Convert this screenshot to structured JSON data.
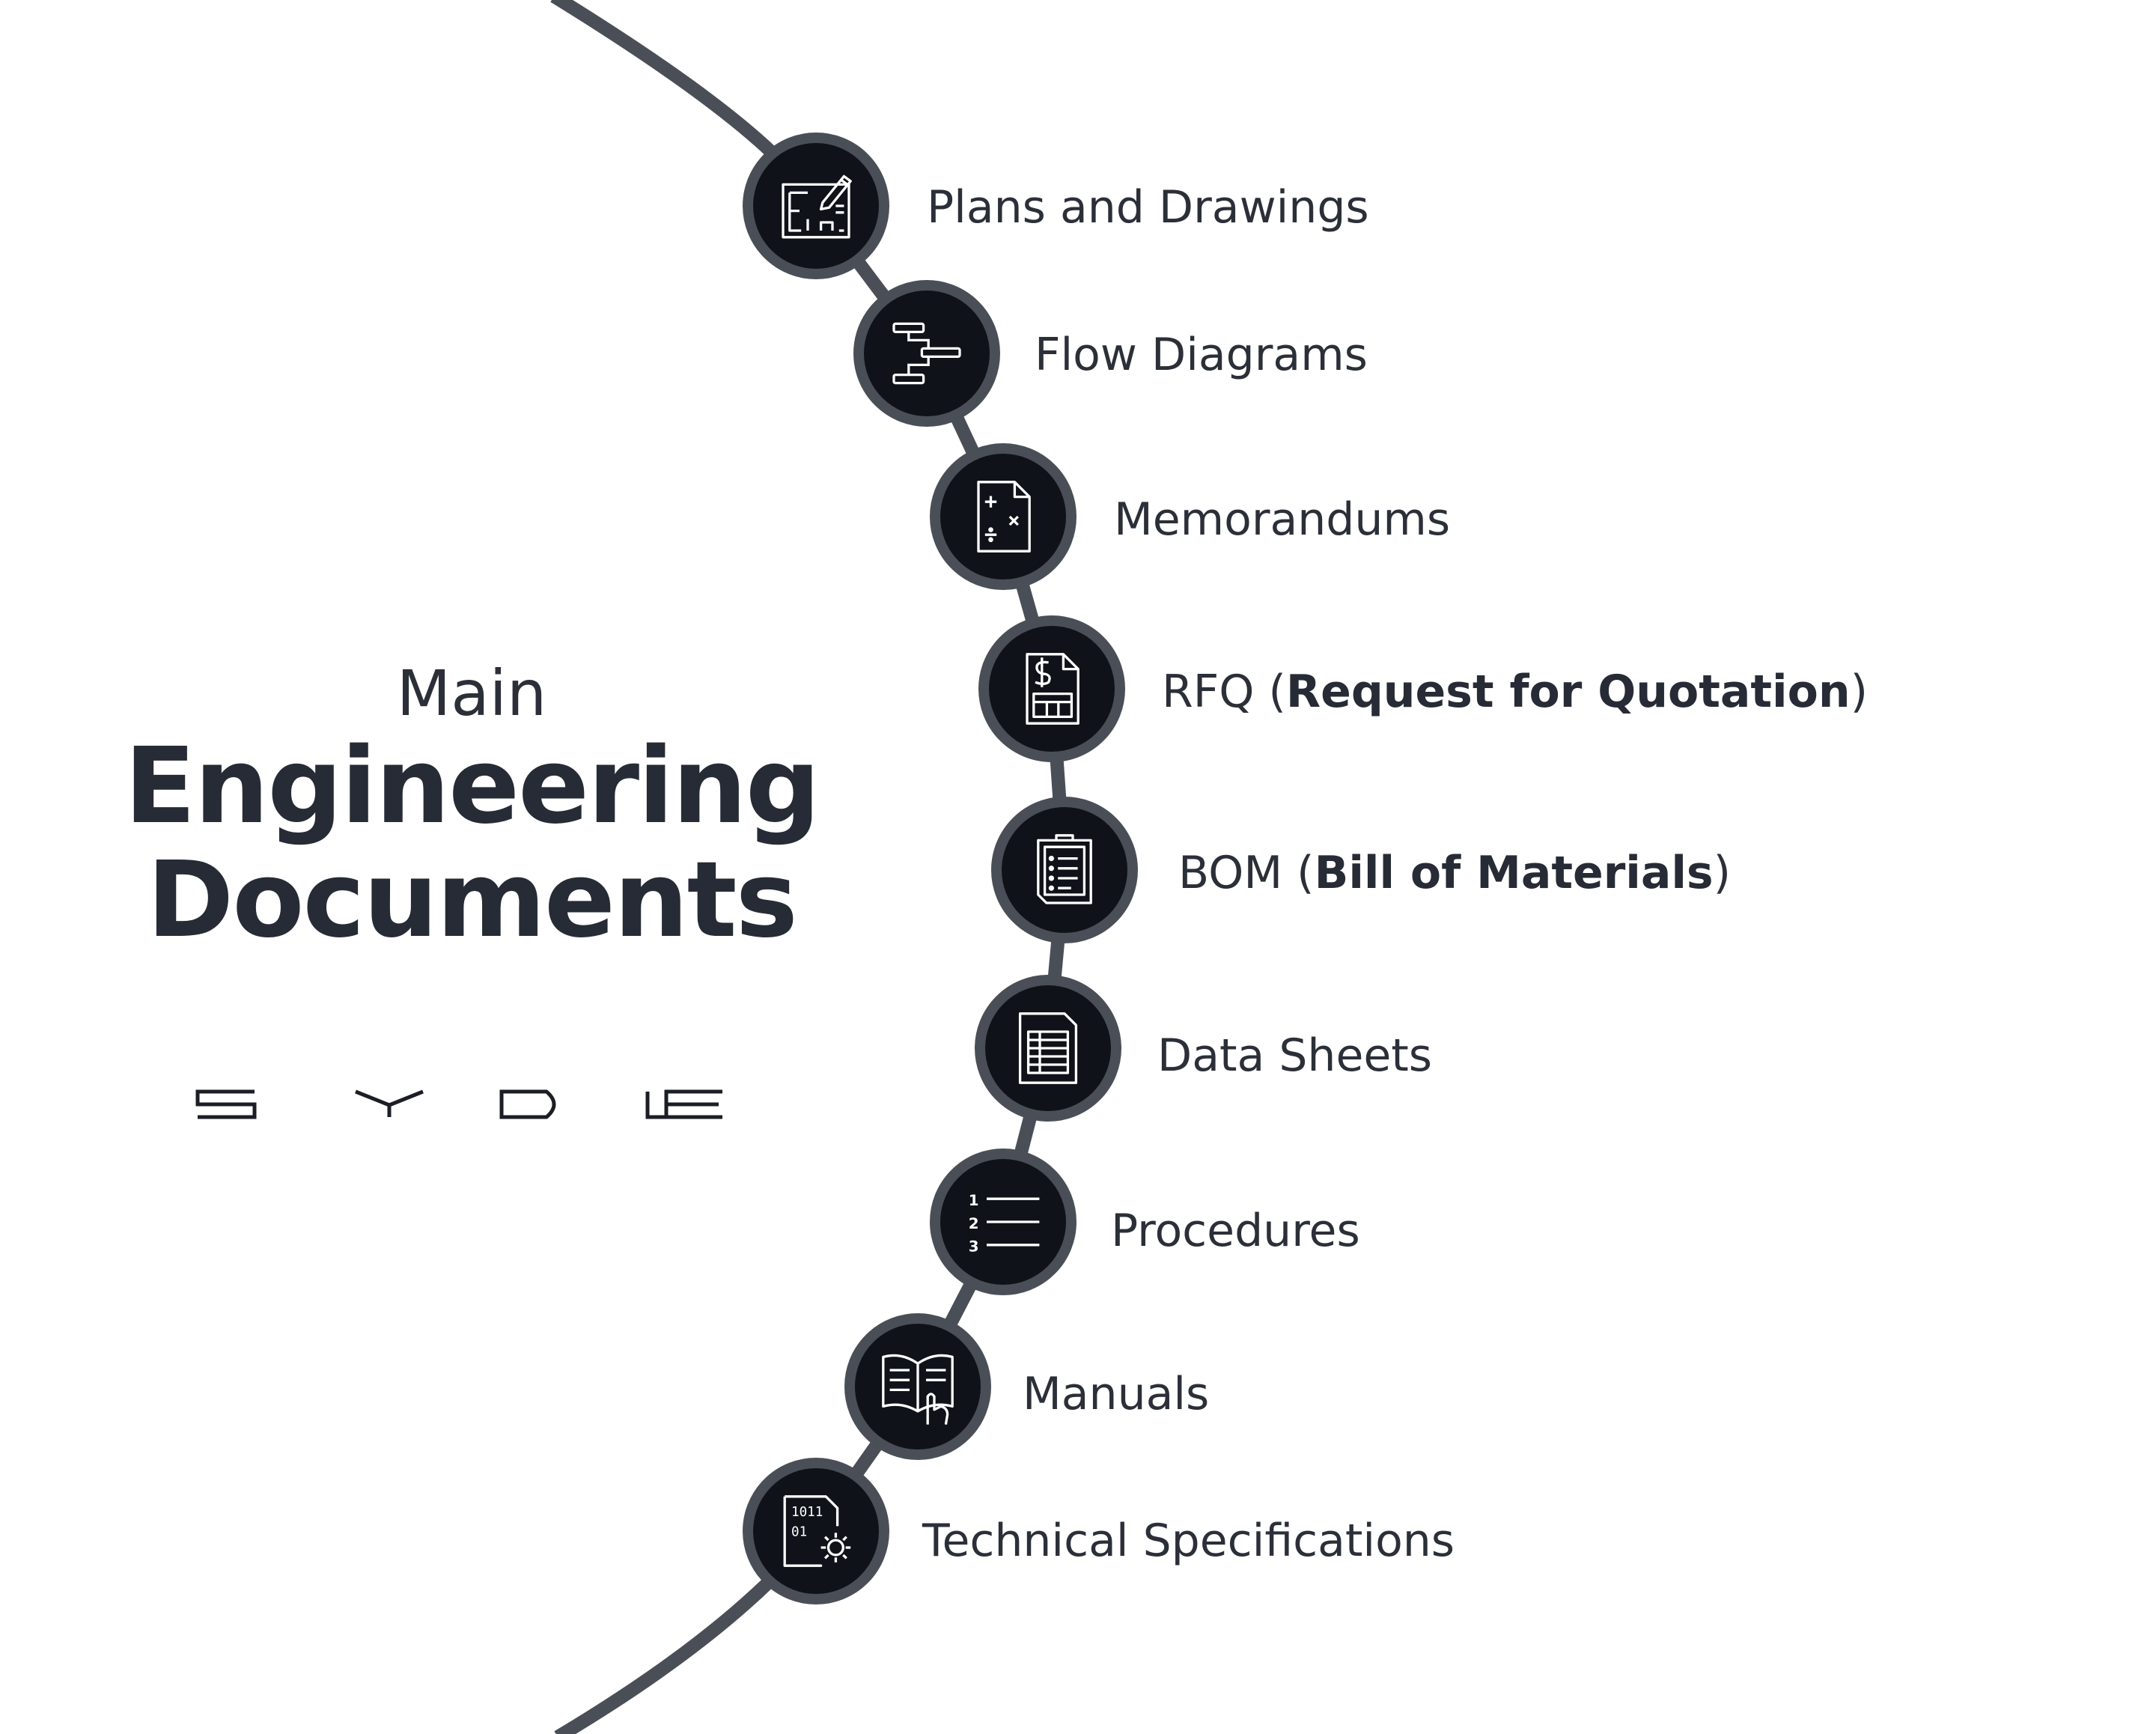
{
  "title": {
    "pre": "Main",
    "line1": "Engineering",
    "line2": "Documents"
  },
  "brand": {
    "logo_text": "SYDLE"
  },
  "colors": {
    "arc": "#4a4f57",
    "node_fill": "#0f1319",
    "text": "#2b2f38"
  },
  "items": [
    {
      "icon": "blueprint-pencil-icon",
      "label": "Plans and Drawings",
      "label_bold": "",
      "label_suffix": ""
    },
    {
      "icon": "flow-diagram-icon",
      "label": "Flow Diagrams",
      "label_bold": "",
      "label_suffix": ""
    },
    {
      "icon": "calculation-document-icon",
      "label": "Memorandums",
      "label_bold": "",
      "label_suffix": ""
    },
    {
      "icon": "invoice-dollar-icon",
      "label": "RFQ (",
      "label_bold": "Request for Quotation",
      "label_suffix": ")"
    },
    {
      "icon": "clipboard-list-icon",
      "label": "BOM (",
      "label_bold": "Bill of Materials",
      "label_suffix": ")"
    },
    {
      "icon": "spreadsheet-document-icon",
      "label": "Data Sheets",
      "label_bold": "",
      "label_suffix": ""
    },
    {
      "icon": "numbered-list-icon",
      "label": "Procedures",
      "label_bold": "",
      "label_suffix": ""
    },
    {
      "icon": "open-book-hand-icon",
      "label": "Manuals",
      "label_bold": "",
      "label_suffix": ""
    },
    {
      "icon": "binary-gear-document-icon",
      "label": "Technical Specifications",
      "label_bold": "",
      "label_suffix": ""
    }
  ]
}
